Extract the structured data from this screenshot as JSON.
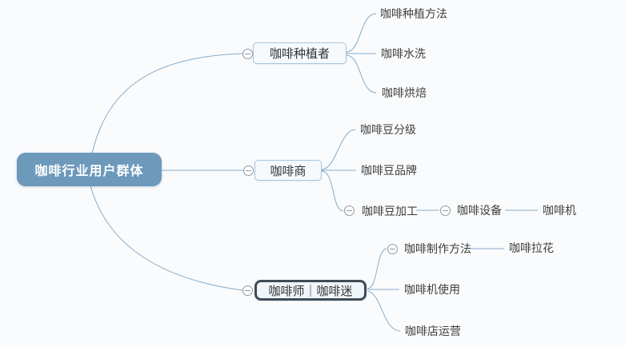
{
  "app": {
    "name": "mind-map-canvas"
  },
  "colors": {
    "background": "#FAFBFC",
    "line": "#86ACCB",
    "root_fill": "#6D99BB",
    "root_text": "#FFFFFF",
    "node_fill": "#F6FAFD",
    "node_border": "#A9C4DA",
    "selected_fill": "#EFF5F9",
    "selected_border": "#3F4B57",
    "text": "#3E3E3E",
    "collapse_stroke": "#8C97A3"
  },
  "icons": {
    "collapse": "minus-circle-icon"
  },
  "mindmap": {
    "root": {
      "label": "咖啡行业用户群体"
    },
    "branches": [
      {
        "label": "咖啡种植者",
        "collapsed": false,
        "children": [
          {
            "label": "咖啡种植方法"
          },
          {
            "label": "咖啡水洗"
          },
          {
            "label": "咖啡烘焙"
          }
        ]
      },
      {
        "label": "咖啡商",
        "collapsed": false,
        "children": [
          {
            "label": "咖啡豆分级"
          },
          {
            "label": "咖啡豆品牌"
          },
          {
            "label": "咖啡豆加工",
            "children": [
              {
                "label": "咖啡设备",
                "children": [
                  {
                    "label": "咖啡机"
                  }
                ]
              }
            ]
          }
        ]
      },
      {
        "label": "咖啡师｜咖啡迷",
        "selected": true,
        "collapsed": false,
        "children": [
          {
            "label": "咖啡制作方法",
            "children": [
              {
                "label": "咖啡拉花"
              }
            ]
          },
          {
            "label": "咖啡机使用"
          },
          {
            "label": "咖啡店运营"
          }
        ]
      }
    ]
  }
}
